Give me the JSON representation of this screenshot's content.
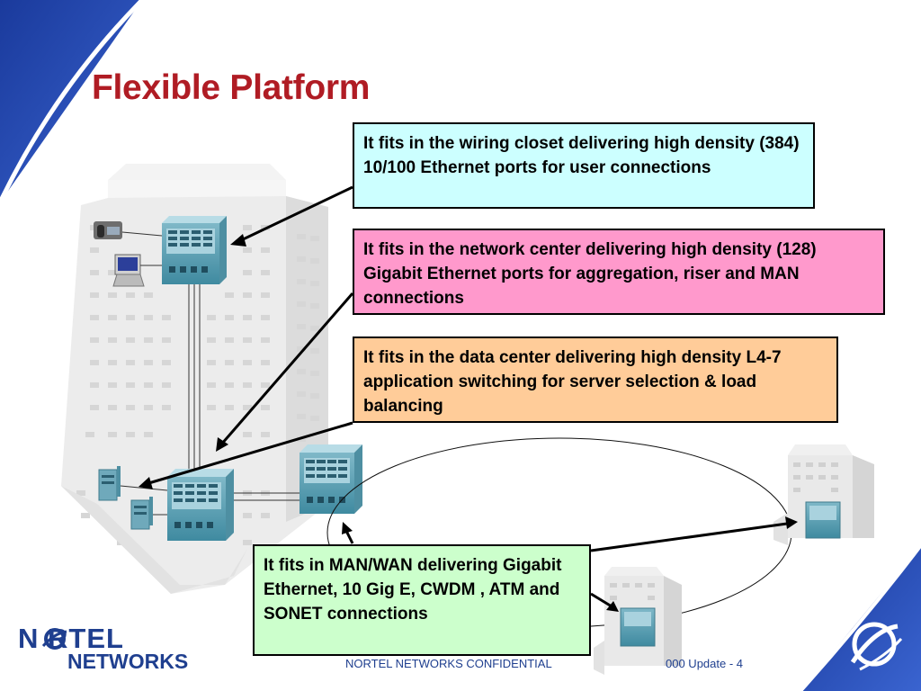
{
  "slide": {
    "title": "Flexible Platform",
    "callouts": [
      {
        "id": "wiring-closet",
        "text": "It fits in the wiring closet delivering high density (384) 10/100 Ethernet ports for user connections",
        "color": "#ccffff"
      },
      {
        "id": "network-center",
        "text": "It fits in the network center delivering high density (128) Gigabit Ethernet ports for aggregation, riser and MAN connections",
        "color": "#ff99cc"
      },
      {
        "id": "data-center",
        "text": "It fits in the data center delivering high density L4-7 application switching for server selection & load balancing",
        "color": "#ffcc99"
      },
      {
        "id": "man-wan",
        "text": "It fits in MAN/WAN delivering Gigabit Ethernet, 10 Gig E, CWDM , ATM and SONET connections",
        "color": "#ccffcc"
      }
    ],
    "footer": {
      "confidential": "NORTEL  NETWORKS  CONFIDENTIAL",
      "update": "000 Update - 4"
    },
    "logo": {
      "line1": "N RTEL",
      "line2": "NETWORKS"
    },
    "colors": {
      "title": "#b01c24",
      "brand_blue": "#1f3f8f",
      "corner_blue": "#1e3fa0"
    },
    "icons": [
      "phone-icon",
      "computer-icon",
      "switch-chassis-icon",
      "server-icon",
      "building-icon",
      "nortel-globe-icon"
    ]
  }
}
